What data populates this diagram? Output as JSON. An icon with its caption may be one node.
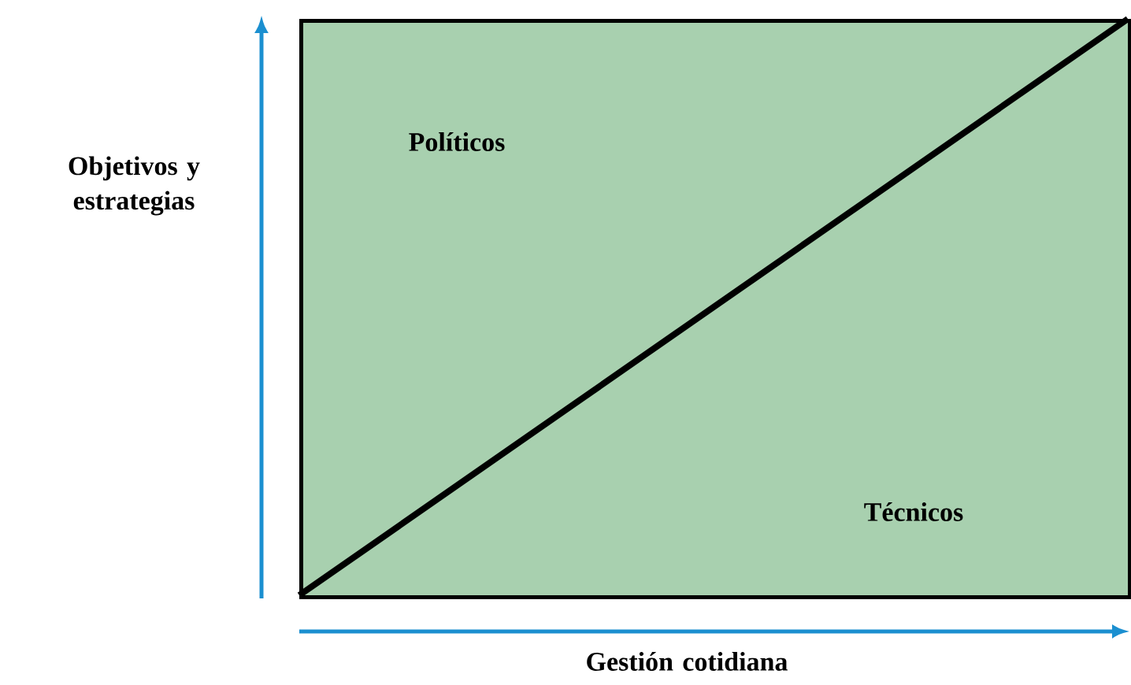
{
  "diagram": {
    "nodes": [
      {
        "text": [
          "Políticos",
          "Técnicos"
        ]
      }
    ],
    "labels": [
      "Objetivos y estrategias",
      "Gestión cotidiana"
    ]
  }
}
